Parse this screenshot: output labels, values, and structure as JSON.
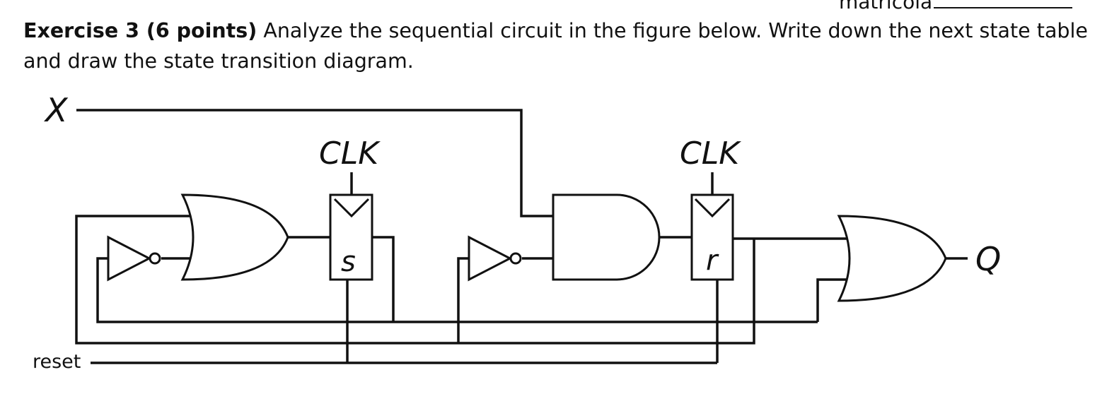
{
  "header": {
    "matricola_label": "matricola"
  },
  "exercise": {
    "title": "Exercise 3 (6 points)",
    "text": " Analyze the sequential circuit in the figure below. Write down the next state table and draw the state transition diagram."
  },
  "circuit": {
    "input_x": "X",
    "clk_label_1": "CLK",
    "clk_label_2": "CLK",
    "ff1_label": "s",
    "ff2_label": "r",
    "output_q": "Q",
    "reset_label": "reset"
  }
}
